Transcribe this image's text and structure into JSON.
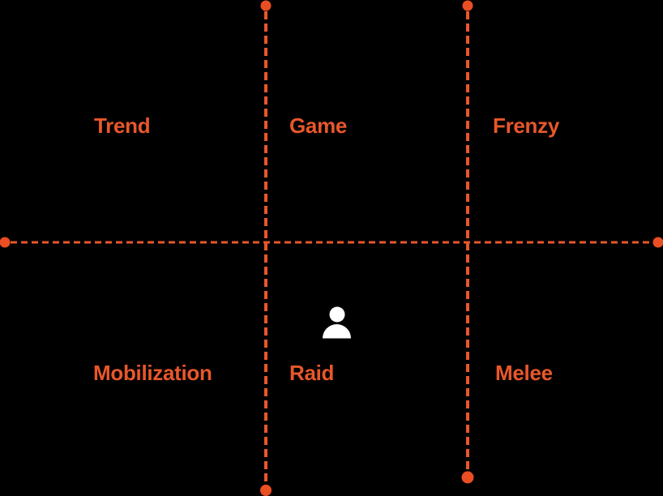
{
  "diagram": {
    "type": "quadrant-map",
    "colors": {
      "background": "#000000",
      "accent": "#E8572B",
      "dot": "#EA4E23",
      "icon": "#FFFFFF"
    },
    "labels": {
      "top_left": "Trend",
      "top_center": "Game",
      "top_right": "Frenzy",
      "bottom_left": "Mobilization",
      "bottom_center": "Raid",
      "bottom_right": "Melee"
    },
    "marker": {
      "icon": "person-icon",
      "location": "center column, below horizontal axis (Raid zone)"
    }
  }
}
